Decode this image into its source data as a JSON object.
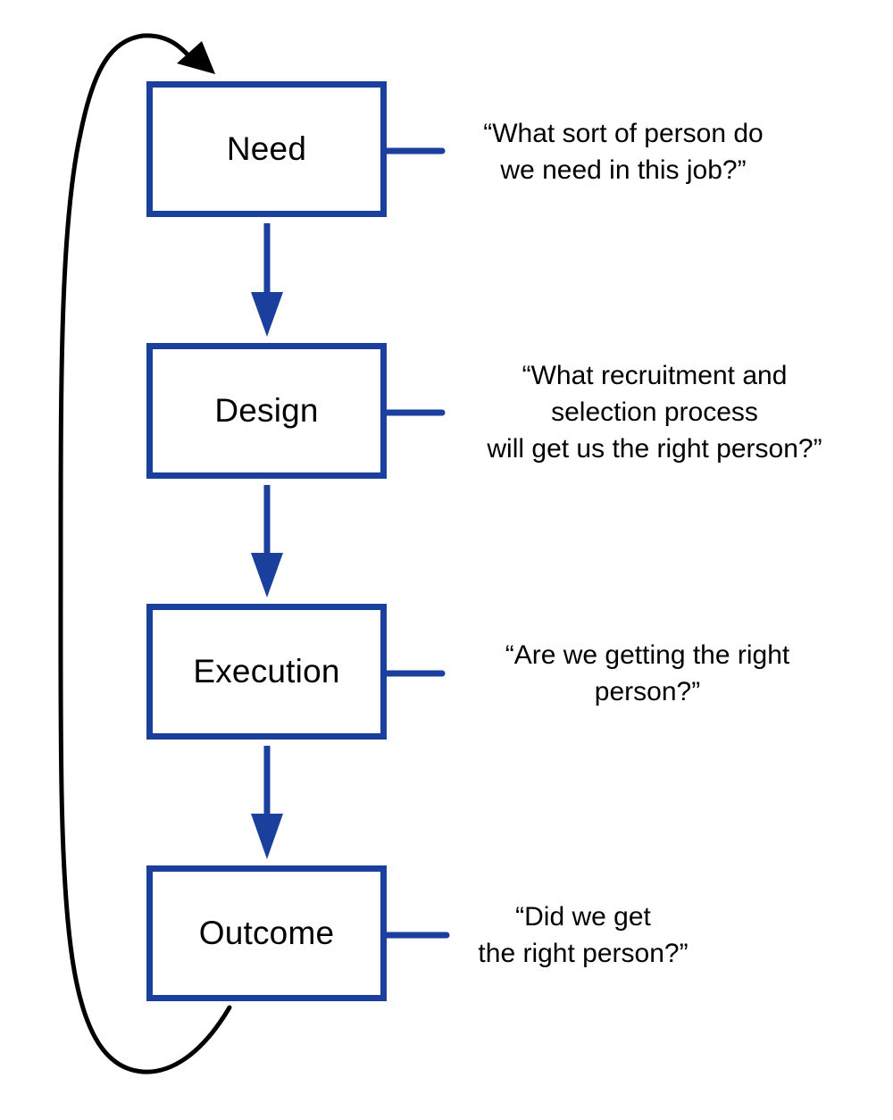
{
  "steps": [
    {
      "id": "need",
      "label": "Need",
      "question": [
        "“What sort of person do",
        "we need in this job?”"
      ]
    },
    {
      "id": "design",
      "label": "Design",
      "question": [
        "“What recruitment and",
        "selection process",
        "will get us the right person?”"
      ]
    },
    {
      "id": "execution",
      "label": "Execution",
      "question": [
        "“Are we getting the right",
        "person?”"
      ]
    },
    {
      "id": "outcome",
      "label": "Outcome",
      "question": [
        "“Did we get",
        "the right person?”"
      ]
    }
  ],
  "colors": {
    "box_stroke": "#1b3f9c",
    "arrow": "#1b3f9c",
    "loop_arrow": "#000000",
    "text": "#000000"
  }
}
